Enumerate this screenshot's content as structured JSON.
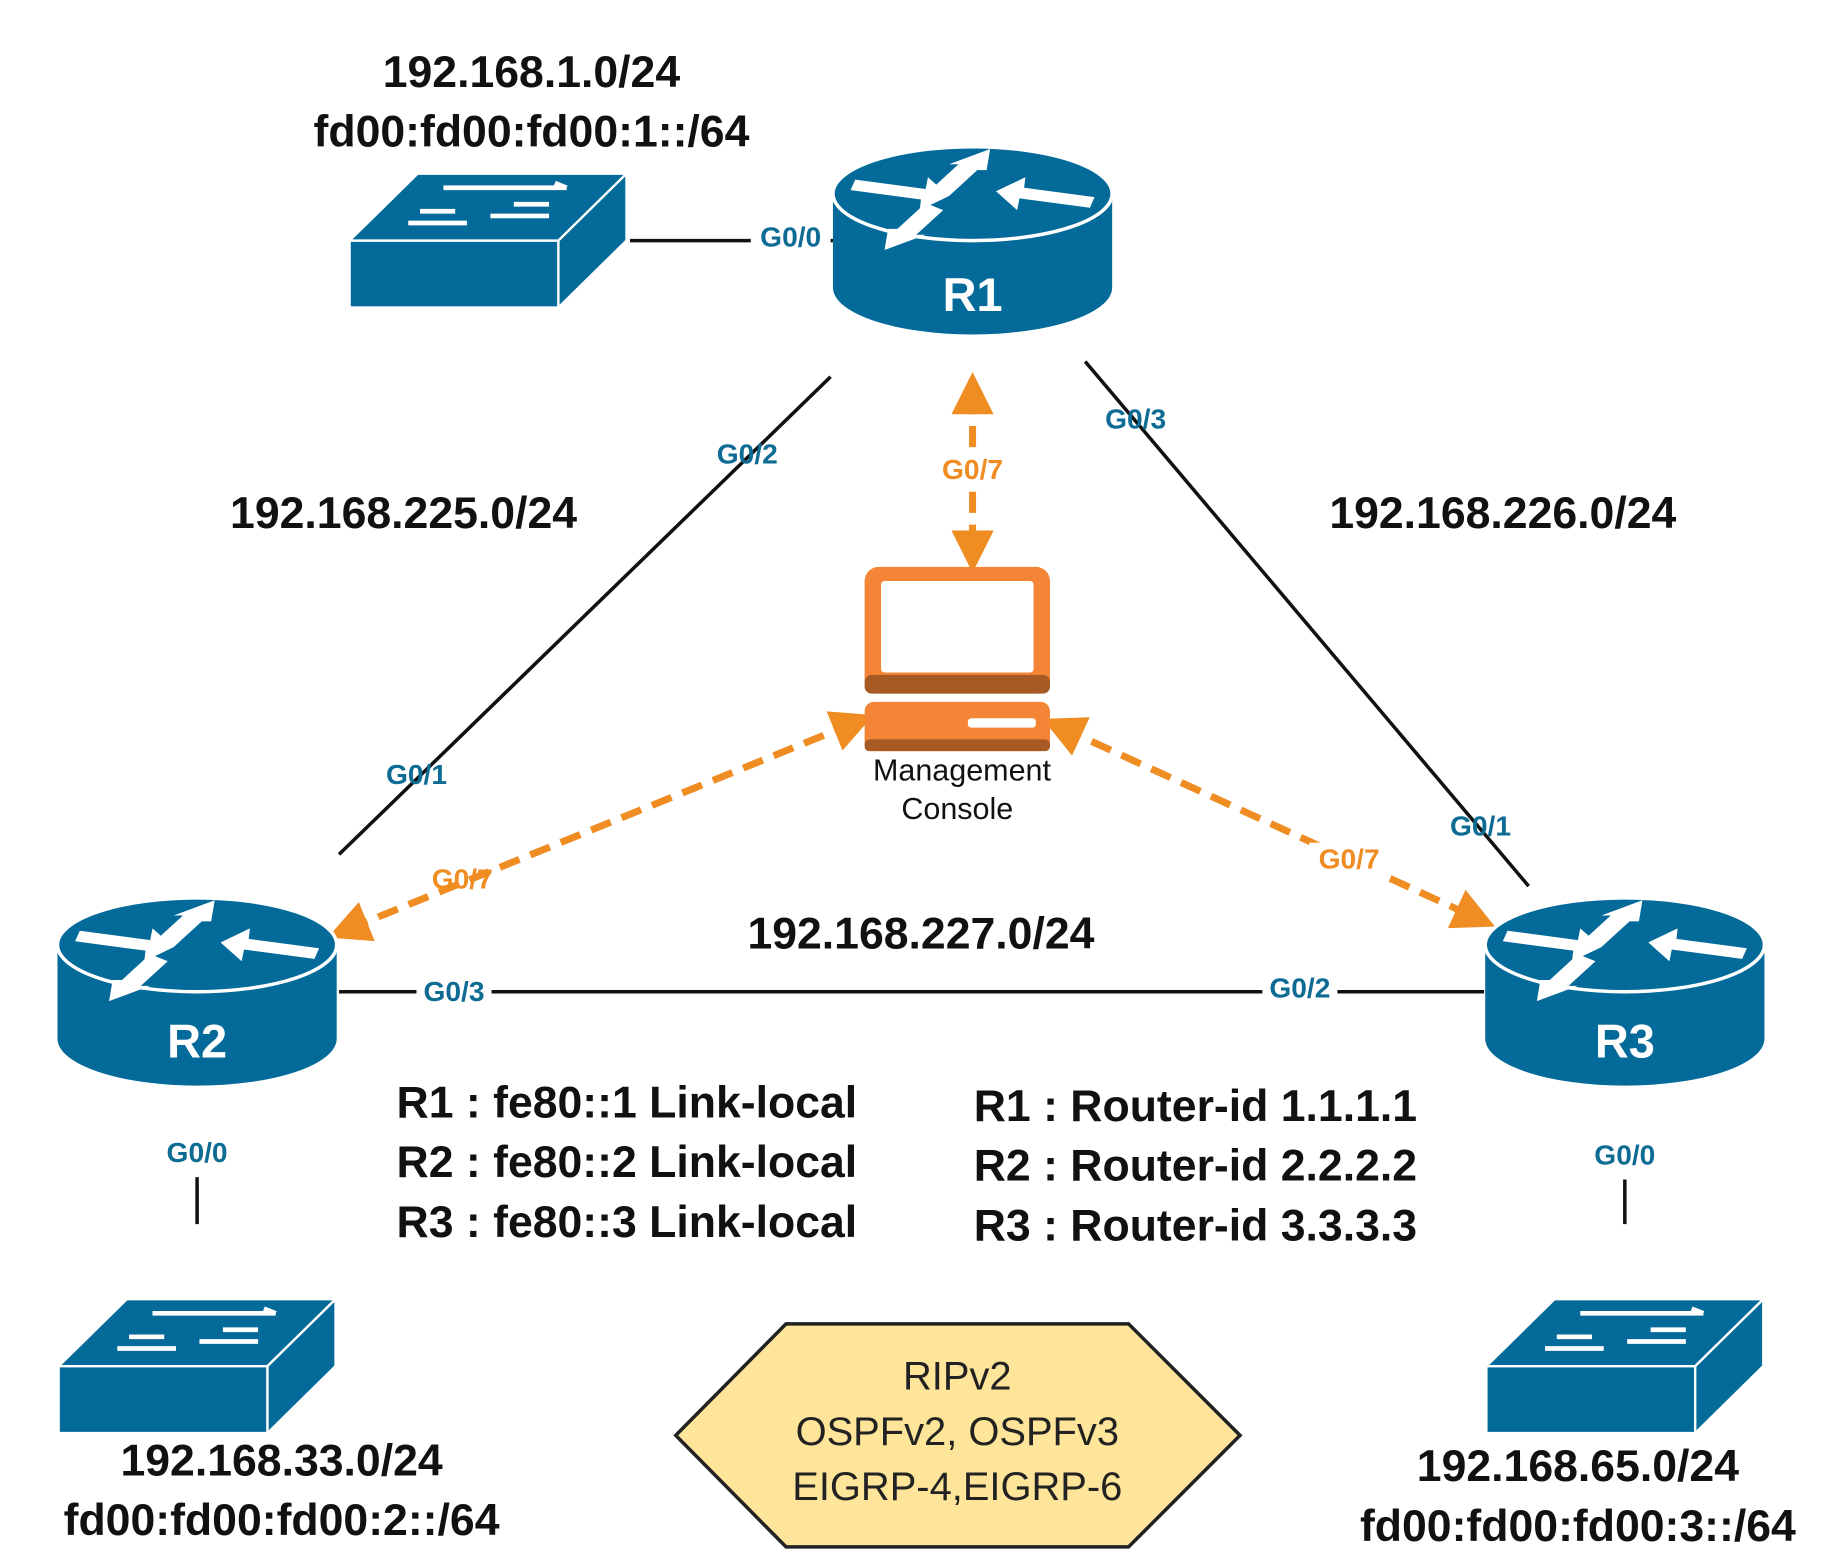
{
  "colors": {
    "device": "#036a9a",
    "management": "#ef8c22",
    "protocol_box": "#ffe599"
  },
  "routers": [
    {
      "label": "R1"
    },
    {
      "label": "R2"
    },
    {
      "label": "R3"
    }
  ],
  "networks": {
    "lan1_v4": "192.168.1.0/24",
    "lan1_v6": "fd00:fd00:fd00:1::/64",
    "lan2_v4": "192.168.33.0/24",
    "lan2_v6": "fd00:fd00:fd00:2::/64",
    "lan3_v4": "192.168.65.0/24",
    "lan3_v6": "fd00:fd00:fd00:3::/64",
    "r1_r2": "192.168.225.0/24",
    "r1_r3": "192.168.226.0/24",
    "r2_r3": "192.168.227.0/24"
  },
  "interfaces": {
    "r1_g00": "G0/0",
    "r1_g02": "G0/2",
    "r1_g03": "G0/3",
    "r1_g07": "G0/7",
    "r2_g01": "G0/1",
    "r2_g03": "G0/3",
    "r2_g07": "G0/7",
    "r2_g00": "G0/0",
    "r3_g01": "G0/1",
    "r3_g02": "G0/2",
    "r3_g07": "G0/7",
    "r3_g00": "G0/0"
  },
  "console": {
    "line1": "Management",
    "line2": "Console"
  },
  "link_local": [
    "R1 : fe80::1 Link-local",
    "R2 : fe80::2 Link-local",
    "R3 : fe80::3 Link-local"
  ],
  "router_ids": [
    "R1 : Router-id 1.1.1.1",
    "R2 : Router-id 2.2.2.2",
    "R3 : Router-id 3.3.3.3"
  ],
  "protocols": [
    "RIPv2",
    "OSPFv2, OSPFv3",
    "EIGRP-4,EIGRP-6"
  ]
}
